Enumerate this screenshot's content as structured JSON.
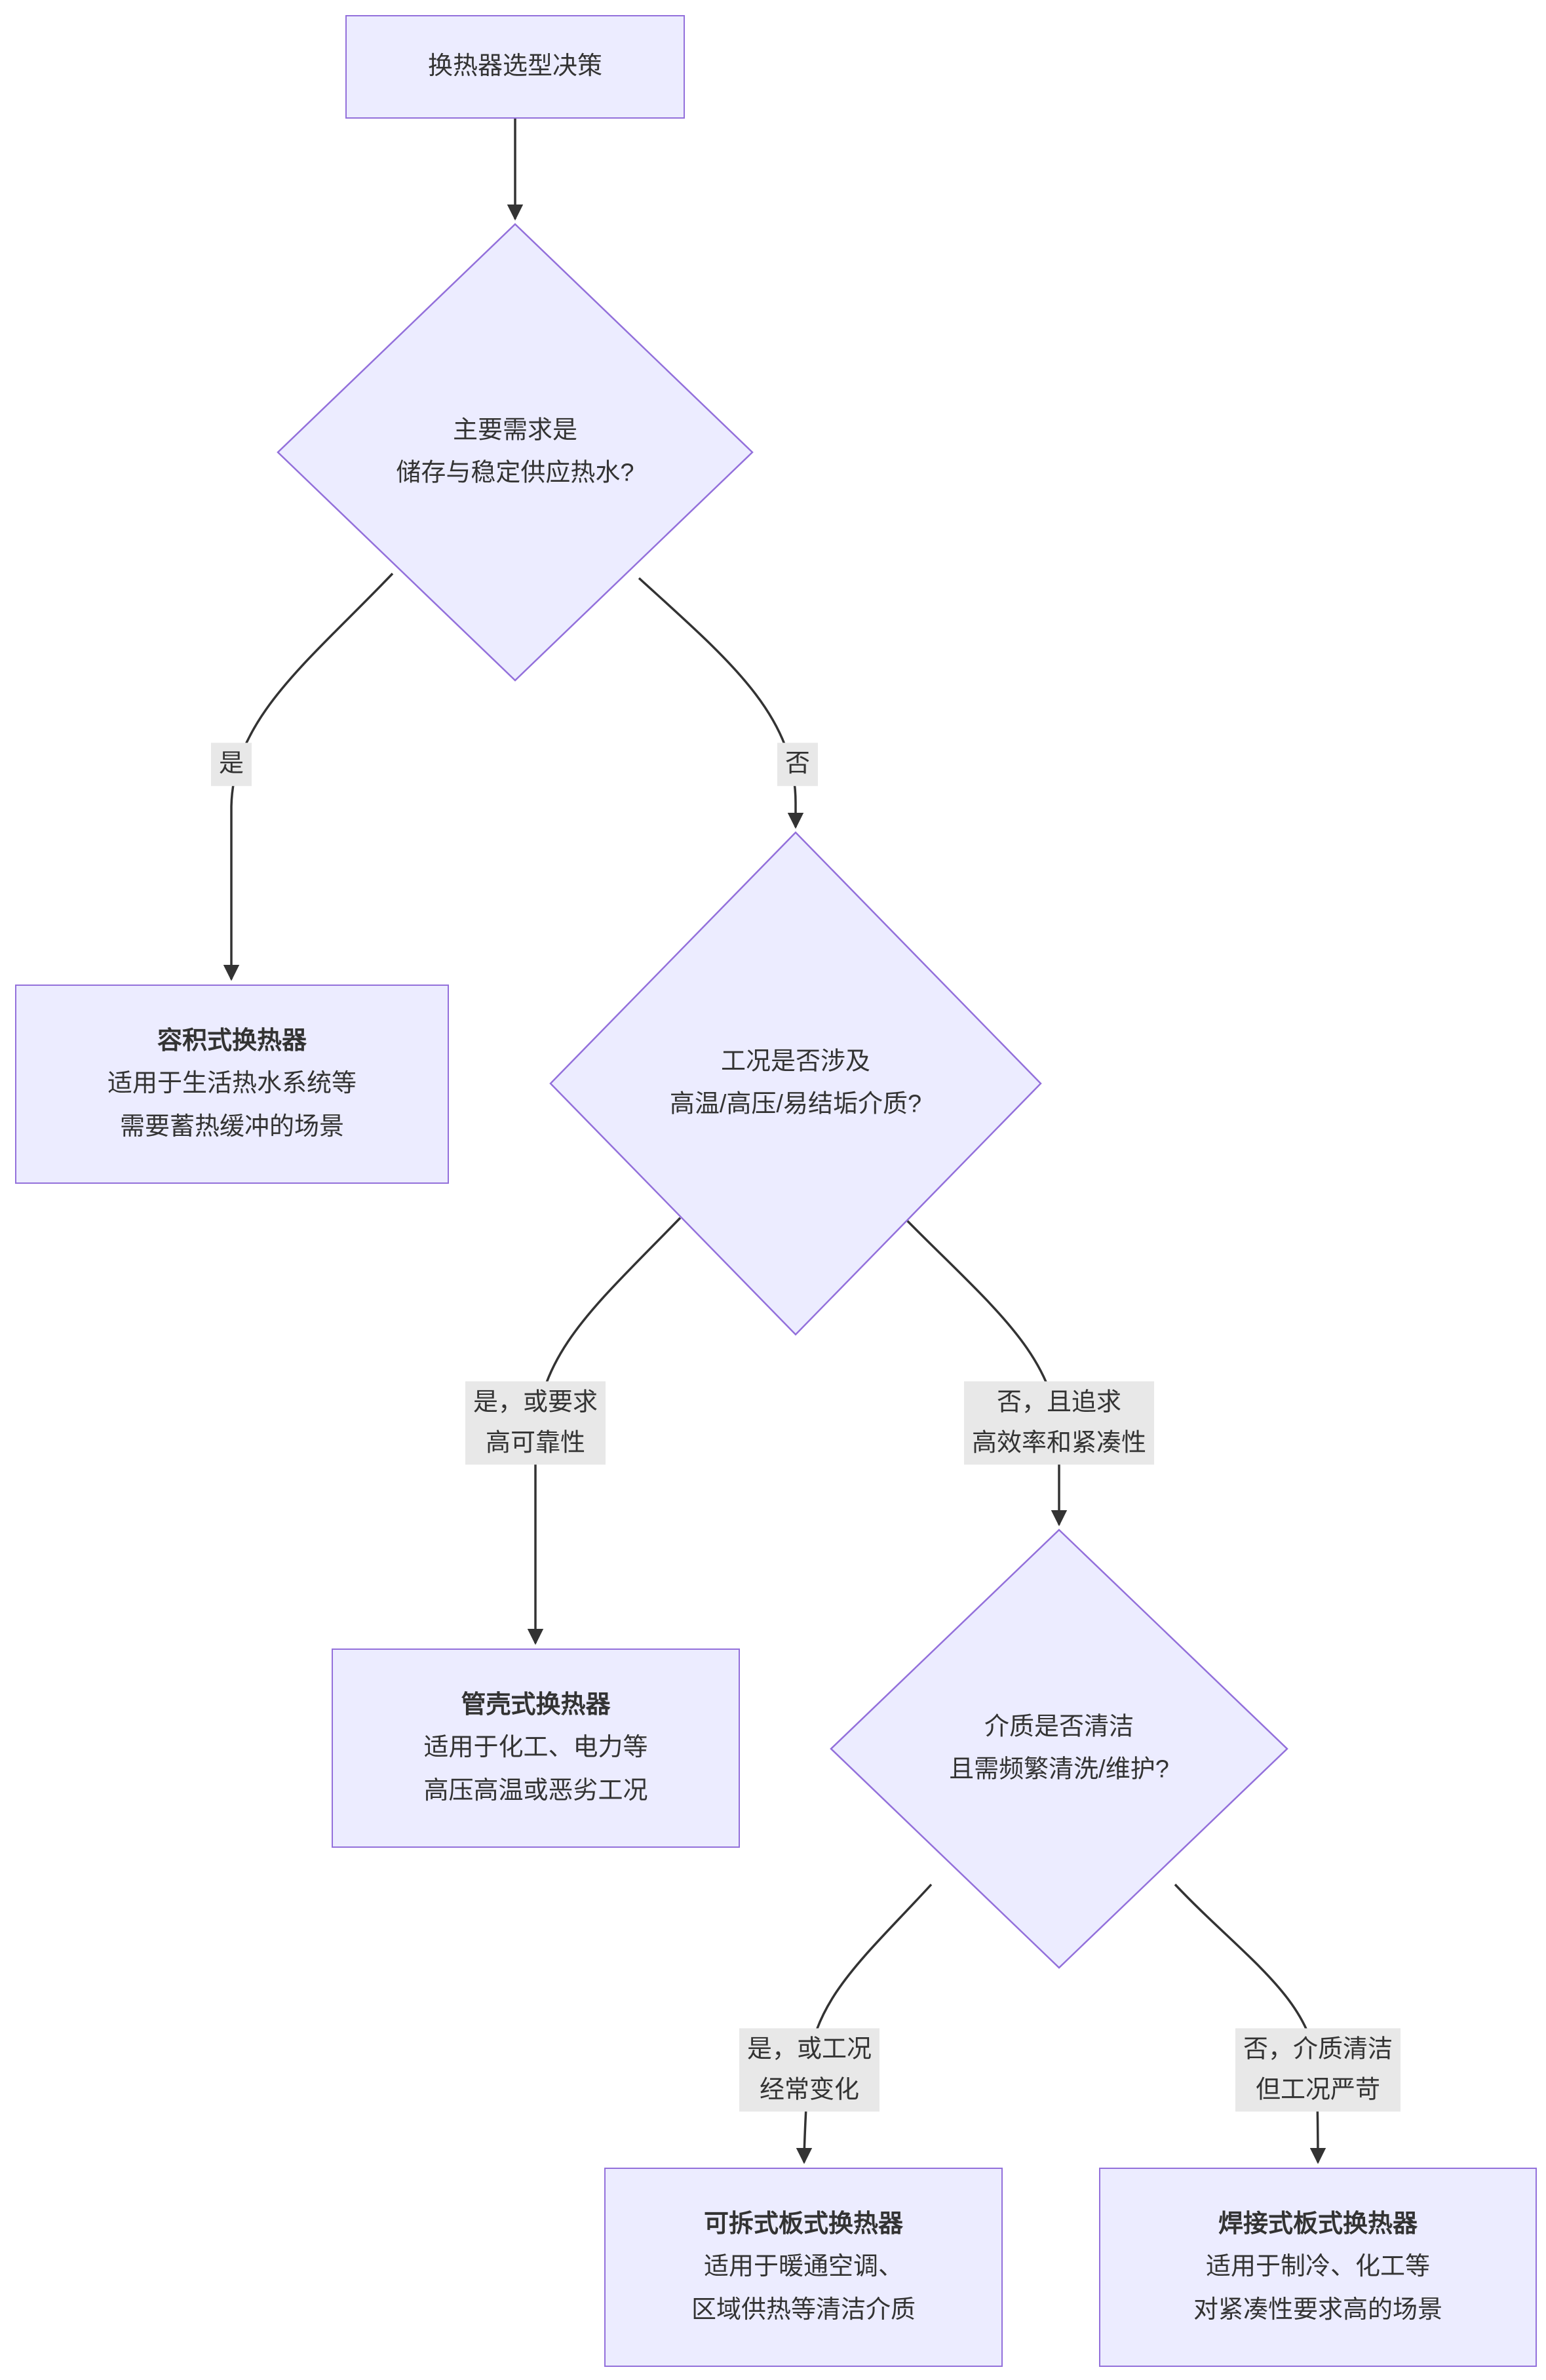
{
  "diagram": {
    "start_node": {
      "label": "换热器选型决策"
    },
    "decisions": [
      {
        "label": "主要需求是\n储存与稳定供应热水?"
      },
      {
        "label": "工况是否涉及\n高温/高压/易结垢介质?"
      },
      {
        "label": "介质是否清洁\n且需频繁清洗/维护?"
      }
    ],
    "results": [
      {
        "title": "容积式换热器",
        "desc": "适用于生活热水系统等\n需要蓄热缓冲的场景"
      },
      {
        "title": "管壳式换热器",
        "desc": "适用于化工、电力等\n高压高温或恶劣工况"
      },
      {
        "title": "可拆式板式换热器",
        "desc": "适用于暖通空调、\n区域供热等清洁介质"
      },
      {
        "title": "焊接式板式换热器",
        "desc": "适用于制冷、化工等\n对紧凑性要求高的场景"
      }
    ],
    "edge_labels": [
      {
        "text": "是"
      },
      {
        "text": "否"
      },
      {
        "text": "是，或要求\n高可靠性"
      },
      {
        "text": "否，且追求\n高效率和紧凑性"
      },
      {
        "text": "是，或工况\n经常变化"
      },
      {
        "text": "否，介质清洁\n但工况严苛"
      }
    ],
    "colors": {
      "node_fill": "#ECECFF",
      "node_border": "#9370DB",
      "edge": "#333333",
      "label_bg": "#e8e8e8",
      "text": "#333333"
    }
  }
}
